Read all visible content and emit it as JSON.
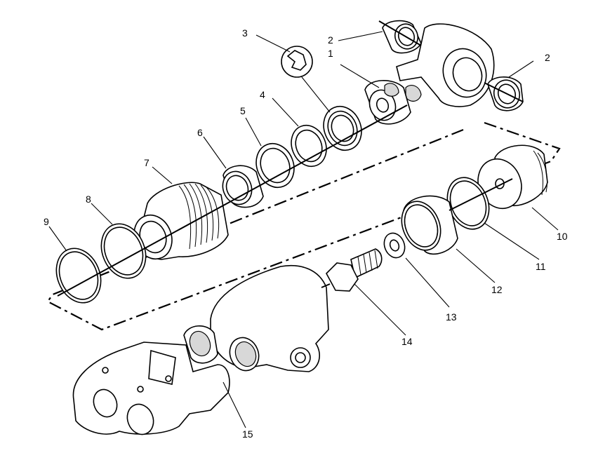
{
  "callouts": {
    "c1": "1",
    "c2a": "2",
    "c2b": "2",
    "c3": "3",
    "c4": "4",
    "c5": "5",
    "c6": "6",
    "c7": "7",
    "c8": "8",
    "c9": "9",
    "c10": "10",
    "c11": "11",
    "c12": "12",
    "c13": "13",
    "c14": "14",
    "c15": "15"
  }
}
